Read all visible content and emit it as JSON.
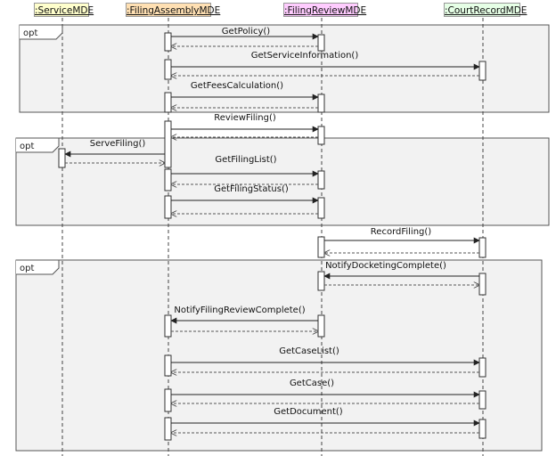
{
  "lifelines": [
    {
      "id": "service",
      "label": ":ServiceMDE",
      "fill": "#ffffcc"
    },
    {
      "id": "assembly",
      "label": ":FilingAssemblyMDE",
      "fill": "#ffe0b3"
    },
    {
      "id": "review",
      "label": ":FilingReviewMDE",
      "fill": "#ffccff"
    },
    {
      "id": "court",
      "label": ":CourtRecordMDE",
      "fill": "#e6ffe6"
    }
  ],
  "fragments": [
    {
      "keyword": "opt"
    },
    {
      "keyword": "opt"
    },
    {
      "keyword": "opt"
    }
  ],
  "messages": [
    {
      "label": "GetPolicy()",
      "from": "assembly",
      "to": "review"
    },
    {
      "label": "GetServiceInformation()",
      "from": "assembly",
      "to": "court"
    },
    {
      "label": "GetFeesCalculation()",
      "from": "assembly",
      "to": "review"
    },
    {
      "label": "ReviewFiling()",
      "from": "assembly",
      "to": "review"
    },
    {
      "label": "ServeFiling()",
      "from": "assembly",
      "to": "service"
    },
    {
      "label": "GetFilingList()",
      "from": "assembly",
      "to": "review"
    },
    {
      "label": "GetFilingStatus()",
      "from": "assembly",
      "to": "review"
    },
    {
      "label": "RecordFiling()",
      "from": "review",
      "to": "court"
    },
    {
      "label": "NotifyDocketingComplete()",
      "from": "court",
      "to": "review"
    },
    {
      "label": "NotifyFilingReviewComplete()",
      "from": "review",
      "to": "assembly"
    },
    {
      "label": "GetCaseList()",
      "from": "assembly",
      "to": "court"
    },
    {
      "label": "GetCase()",
      "from": "assembly",
      "to": "court"
    },
    {
      "label": "GetDocument()",
      "from": "assembly",
      "to": "court"
    }
  ]
}
